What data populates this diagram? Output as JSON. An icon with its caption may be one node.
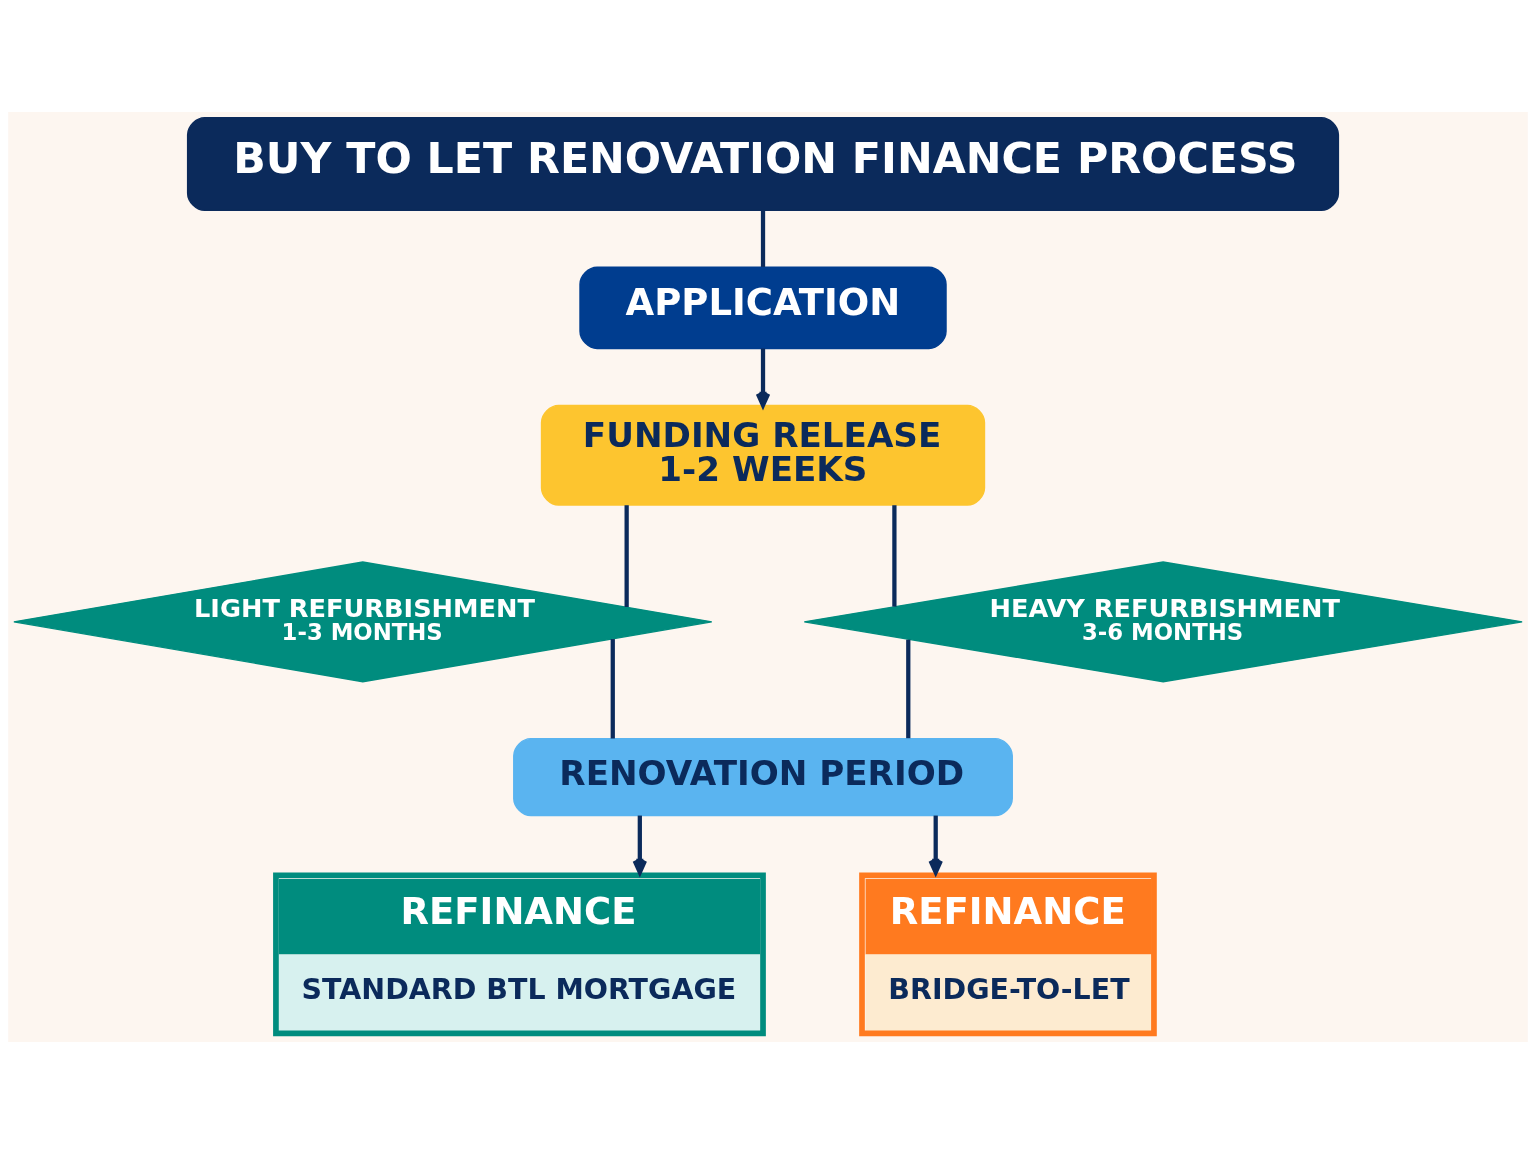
{
  "diagram": {
    "nodes": [
      {
        "text": [
          "BUY TO LET RENOVATION FINANCE PROCESS"
        ]
      },
      {
        "text": [
          "APPLICATION"
        ]
      },
      {
        "text": [
          "FUNDING RELEASE",
          "1-2 WEEKS"
        ]
      },
      {
        "text": [
          "LIGHT REFURBISHMENT",
          "1-3 MONTHS"
        ]
      },
      {
        "text": [
          "HEAVY REFURBISHMENT",
          "3-6 MONTHS"
        ]
      },
      {
        "text": [
          "RENOVATION PERIOD"
        ]
      },
      {
        "text": [
          "REFINANCE",
          "STANDARD BTL MORTGAGE"
        ]
      },
      {
        "text": [
          "REFINANCE",
          "BRIDGE-TO-LET"
        ]
      }
    ],
    "edges": [
      {
        "from": 0,
        "to": 1,
        "arrow": "none"
      },
      {
        "from": 1,
        "to": 2,
        "arrow": "to"
      },
      {
        "from": 2,
        "to": 3,
        "arrow": "none"
      },
      {
        "from": 2,
        "to": 4,
        "arrow": "none"
      },
      {
        "from": 3,
        "to": 5,
        "arrow": "none"
      },
      {
        "from": 4,
        "to": 5,
        "arrow": "none"
      },
      {
        "from": 5,
        "to": 6,
        "arrow": "to"
      },
      {
        "from": 5,
        "to": 7,
        "arrow": "to"
      }
    ]
  }
}
